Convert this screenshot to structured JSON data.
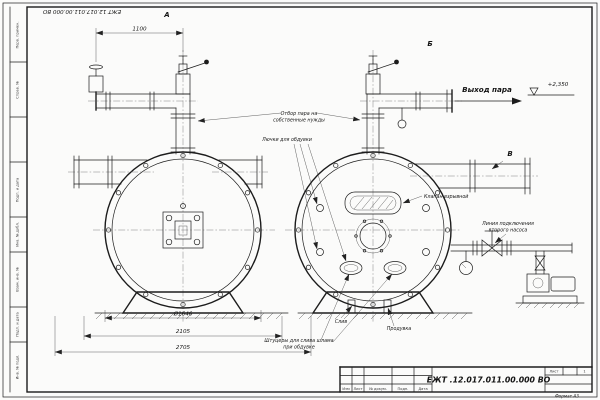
{
  "sheet": {
    "doc_number": "ЕЖТ .12.017.011.00.000 ВО",
    "doc_number_top": "ЕЖТ 12.017.011.00.000 ВО",
    "format": "Формат А3",
    "sheet_label": "Лист",
    "sheet_no": "1",
    "tb_cols": [
      "Изм",
      "Лист",
      "№ докум.",
      "Подп.",
      "Дата"
    ],
    "side_stamp": [
      "Перв. примен.",
      "Справ. №",
      "Подп. и дата",
      "Инв. № дубл.",
      "Взам. инв. №",
      "Подп. и дата",
      "Инв. № подл."
    ]
  },
  "views": {
    "a": "А",
    "b": "Б",
    "v": "В"
  },
  "annotations": {
    "steam_outlet": "Выход пара",
    "elevation": "+2,350",
    "steam_tap_line1": "Отбор пара на",
    "steam_tap_line2": "собственные нужды",
    "blow_hatches": "Лючки для обдувки",
    "explosion_valve": "Клапан взрывной",
    "pump_line_line1": "Линия подключения",
    "pump_line_line2": "второго насоса",
    "drain": "Слив",
    "blowdown": "Продувка",
    "sludge_line1": "Штуцеры для слива шлама",
    "sludge_line2": "при обдувке"
  },
  "dimensions": {
    "top_width": "1100",
    "shell_diameter": "Ø1646",
    "width_mid": "2105",
    "width_overall": "2705"
  }
}
